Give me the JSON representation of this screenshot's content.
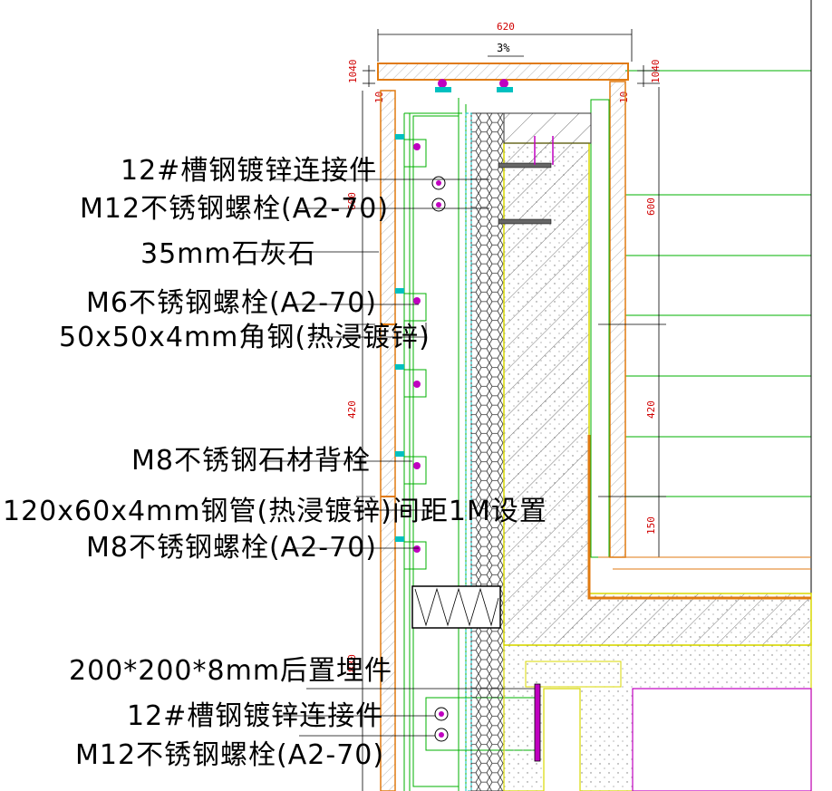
{
  "labels": {
    "l1": "12#槽钢镀锌连接件",
    "l2": "M12不锈钢螺栓(A2-70)",
    "l3": "35mm石灰石",
    "l4": "M6不锈钢螺栓(A2-70)",
    "l5": "50x50x4mm角钢(热浸镀锌)",
    "l6": "M8不锈钢石材背栓",
    "l7": "120x60x4mm钢管(热浸镀锌)间距1M设置",
    "l8": "M8不锈钢螺栓(A2-70)",
    "l9": "200*200*8mm后置埋件",
    "l10": "12#槽钢镀锌连接件",
    "l11": "M12不锈钢螺栓(A2-70)"
  },
  "dimensions": {
    "top_width": "620",
    "slope": "3%",
    "left_top": "1040",
    "right_top": "1040",
    "left_10": "10",
    "right_10": "10",
    "left_600": "600",
    "left_420": "420",
    "left_830": "830",
    "right_600": "600",
    "right_420": "420",
    "right_150": "150"
  },
  "colors": {
    "stone": "#e07a10",
    "green": "#00b000",
    "magenta": "#c000c0",
    "cyan": "#00c0c0",
    "dimension": "#d00000",
    "yellow": "#d8d800"
  }
}
